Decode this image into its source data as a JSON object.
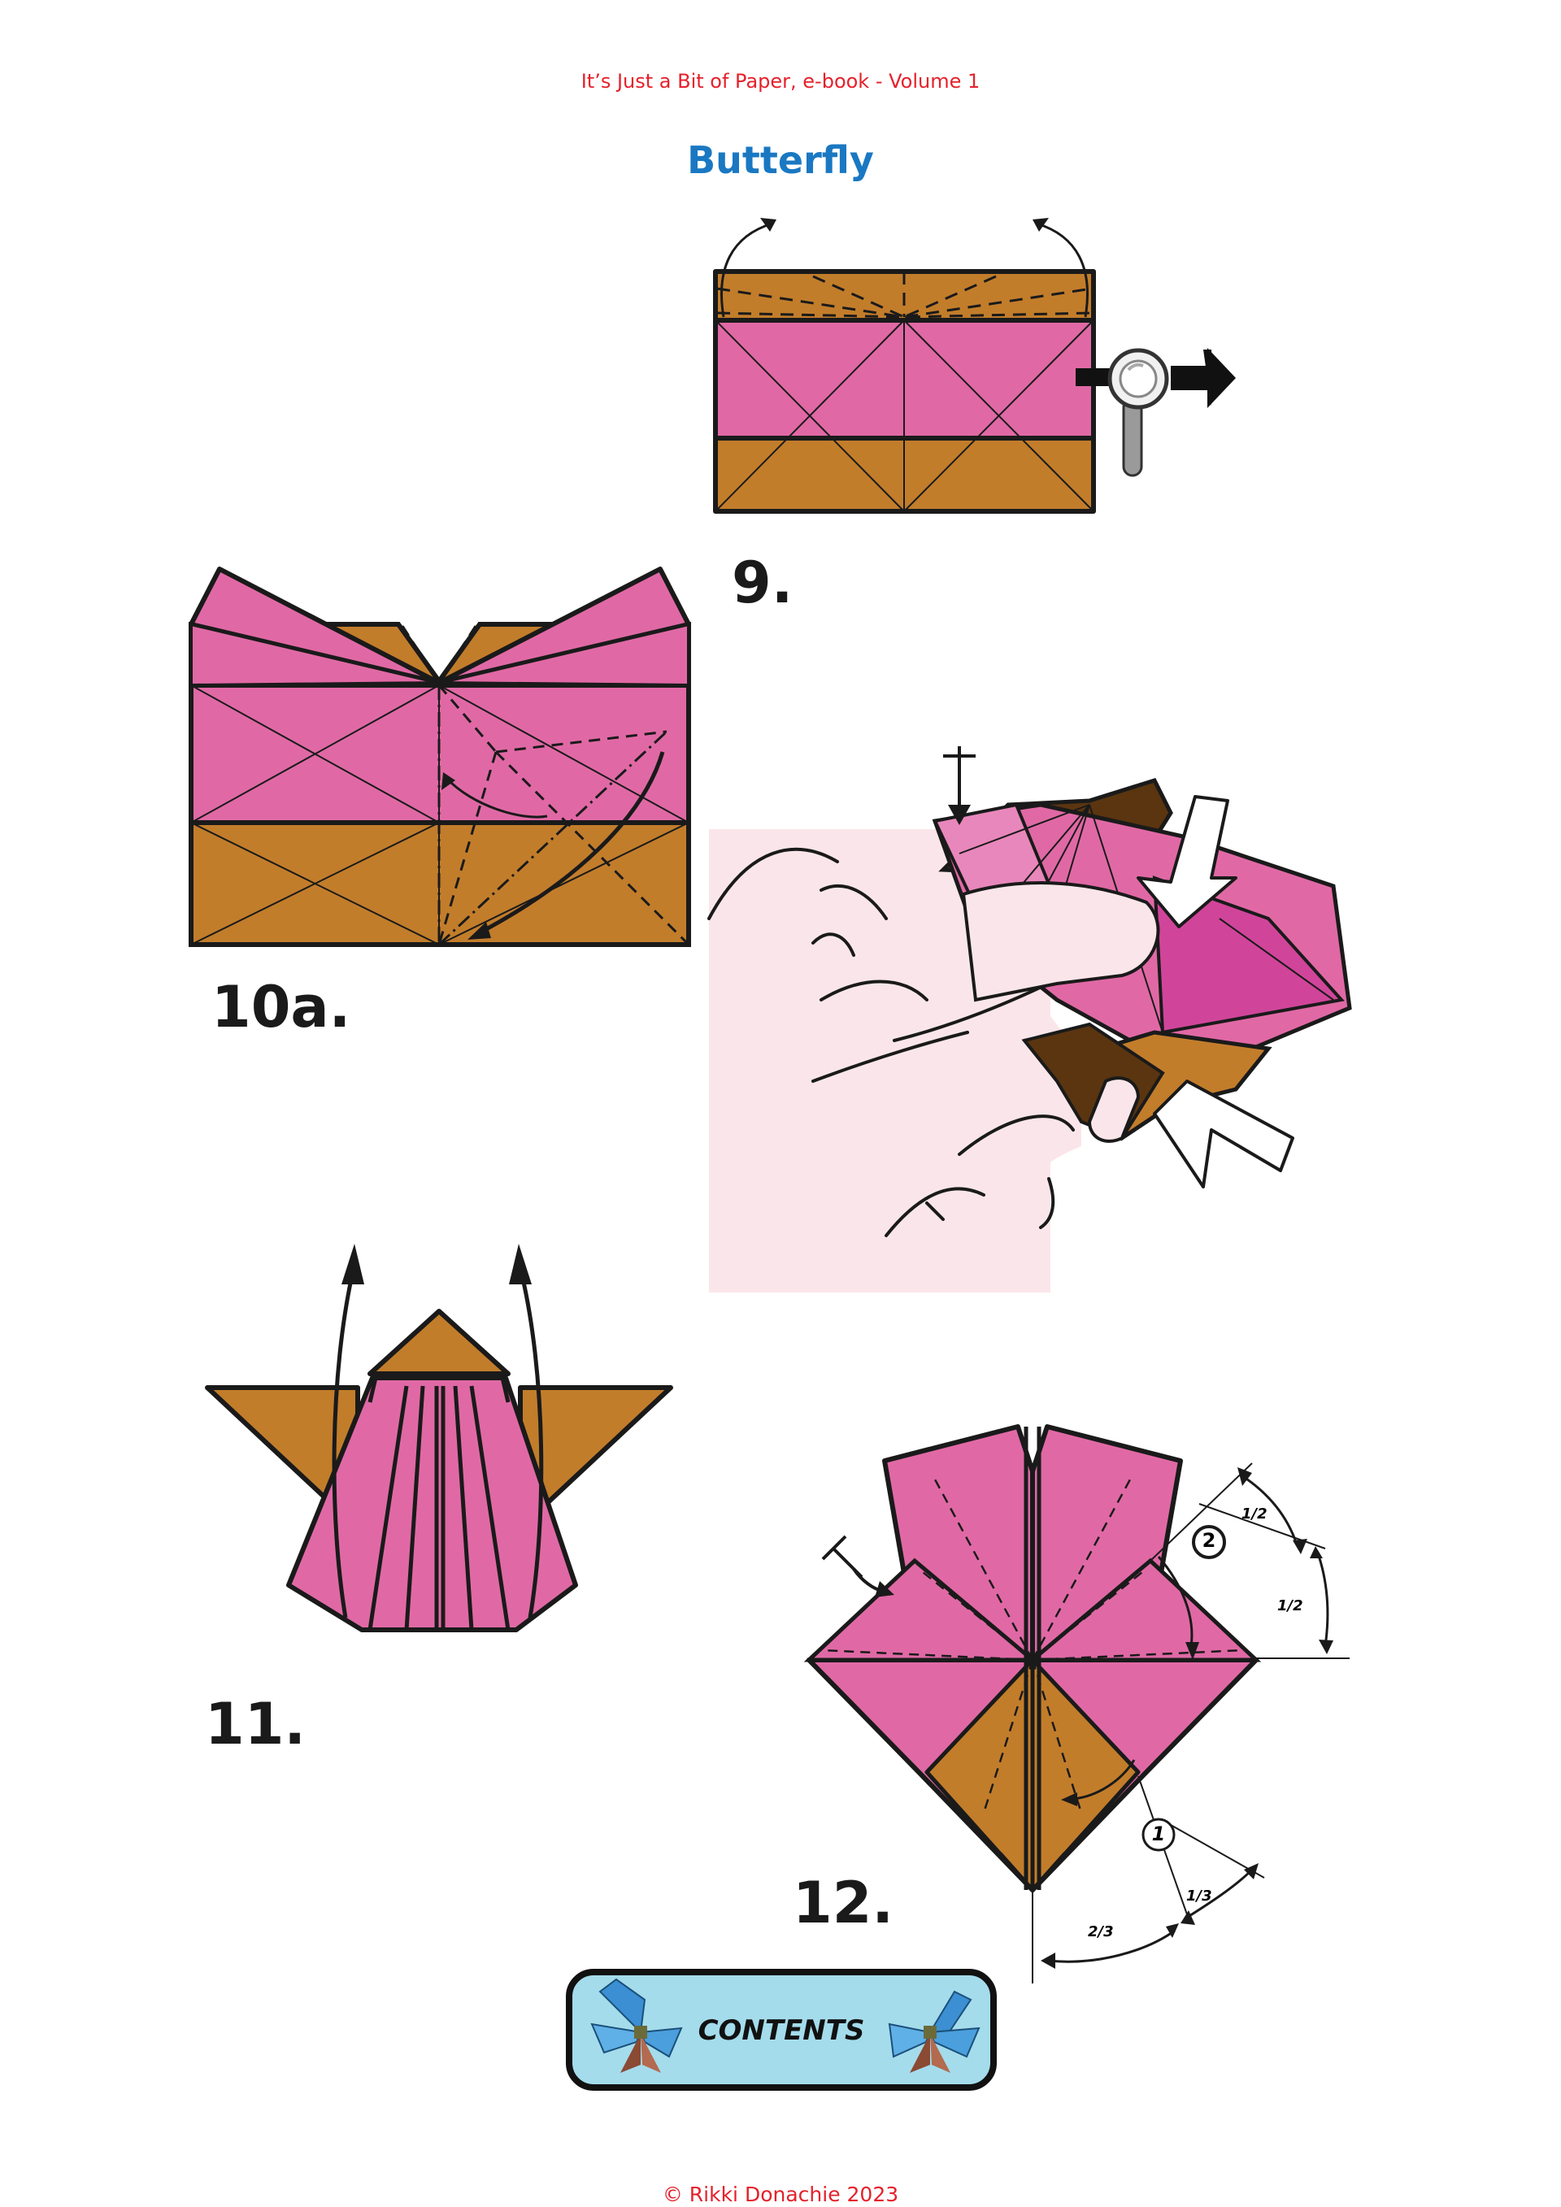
{
  "header": {
    "text": "It’s Just a Bit of Paper, e-book - Volume 1"
  },
  "page_title": "Butterfly",
  "steps": [
    "9.",
    "10a.",
    "11.",
    "12."
  ],
  "fractions": {
    "half_a": "1/2",
    "half_b": "1/2",
    "third": "1/3",
    "two_thirds": "2/3"
  },
  "callouts": {
    "one": "1",
    "two": "2"
  },
  "contents_button": {
    "label": "CONTENTS"
  },
  "footer": {
    "text": "© Rikki Donachie 2023"
  },
  "colors": {
    "pink": "#e069a5",
    "brown": "#c27d2b",
    "dark_brown": "#5a3510",
    "outline": "#1a1a1a",
    "title_blue": "#1a78c2",
    "header_red": "#e5212b",
    "button_bg": "#a4dcec",
    "skin": "#fae6ea"
  },
  "icons": [
    "magnifier-icon",
    "butterfly-icon"
  ]
}
